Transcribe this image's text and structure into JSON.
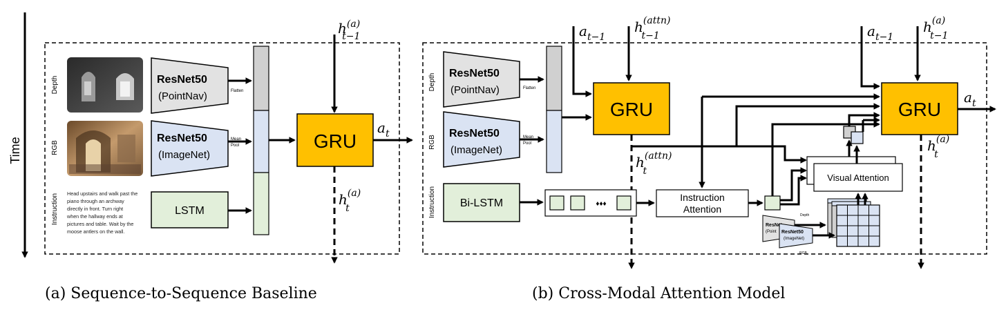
{
  "axis": {
    "time_label": "Time"
  },
  "panel_a": {
    "caption": "(a)  Sequence-to-Sequence Baseline",
    "rows": {
      "depth": "Depth",
      "rgb": "RGB",
      "instruction": "Instruction"
    },
    "resnet_depth": {
      "name": "ResNet50",
      "sub": "(PointNav)"
    },
    "resnet_rgb": {
      "name": "ResNet50",
      "sub": "(ImageNet)"
    },
    "flatten": "Flatten",
    "mean_pool": [
      "Mean",
      "Pool"
    ],
    "lstm": "LSTM",
    "gru": "GRU",
    "instruction_text": [
      "Head upstairs and walk past the",
      "piano through an archway",
      "directly in front. Turn right",
      "when the hallway ends at",
      "pictures and table. Wait by the",
      "moose antlers on the wall."
    ],
    "h_in": {
      "base": "h",
      "sup": "(a)",
      "sub": "t−1"
    },
    "h_out": {
      "base": "h",
      "sup": "(a)",
      "sub": "t"
    },
    "a_out": {
      "base": "a",
      "sub": "t"
    }
  },
  "panel_b": {
    "caption": "(b)  Cross-Modal Attention Model",
    "rows": {
      "depth": "Depth",
      "rgb": "RGB",
      "instruction": "Instruction"
    },
    "resnet_depth": {
      "name": "ResNet50",
      "sub": "(PointNav)"
    },
    "resnet_rgb": {
      "name": "ResNet50",
      "sub": "(ImageNet)"
    },
    "flatten": "Flatten",
    "mean_pool": [
      "Mean",
      "Pool"
    ],
    "bilstm": "Bi-LSTM",
    "ellipsis": "♦♦♦",
    "gru_attn": "GRU",
    "gru_act": "GRU",
    "instruction_attention": [
      "Instruction",
      "Attention"
    ],
    "visual_attention": "Visual Attention",
    "mini_resnet": {
      "back": "ResNet",
      "back_sub": "(Point",
      "front": "ResNet50",
      "front_sub": "(ImageNet)",
      "depth": "Depth",
      "rgb": "RGB"
    },
    "a_in_1": {
      "base": "a",
      "sub": "t−1"
    },
    "h_attn_in": {
      "base": "h",
      "sup": "(attn)",
      "sub": "t−1"
    },
    "h_attn_out": {
      "base": "h",
      "sup": "(attn)",
      "sub": "t"
    },
    "a_in_2": {
      "base": "a",
      "sub": "t−1"
    },
    "h_a_in": {
      "base": "h",
      "sup": "(a)",
      "sub": "t−1"
    },
    "h_a_out": {
      "base": "h",
      "sup": "(a)",
      "sub": "t"
    },
    "a_out": {
      "base": "a",
      "sub": "t"
    }
  },
  "colors": {
    "gru": "#ffc000",
    "resnet_depth": "#e2e2e2",
    "resnet_rgb": "#dae3f3",
    "lstm": "#e2efda",
    "stack_top": "#d0d0d0",
    "stack_mid": "#dae3f3",
    "stack_bot": "#e2efda",
    "grid": "#dae3f3"
  }
}
